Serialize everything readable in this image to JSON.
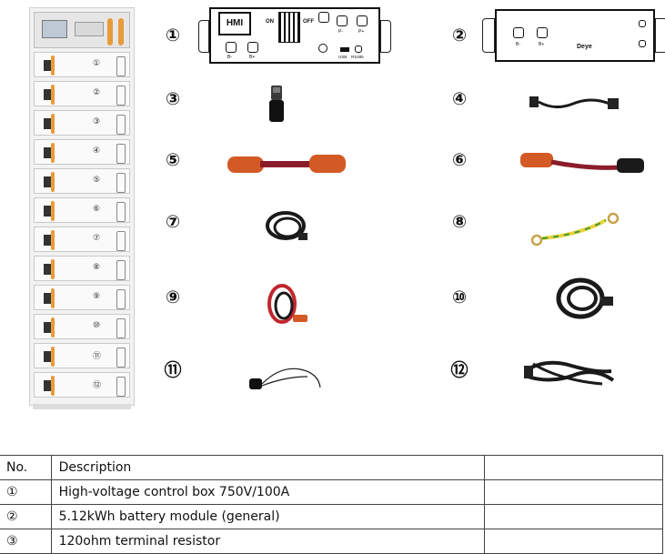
{
  "parts": [
    {
      "no": "①",
      "description": "High-voltage control box 750V/100A"
    },
    {
      "no": "②",
      "description": "5.12kWh battery module (general)"
    },
    {
      "no": "③",
      "description": "120ohm terminal resistor"
    }
  ],
  "table": {
    "header_no": "No.",
    "header_description": "Description",
    "header_extra": ""
  },
  "labels": [
    "①",
    "②",
    "③",
    "④",
    "⑤",
    "⑥",
    "⑦",
    "⑧",
    "⑨",
    "⑩",
    "⑪",
    "⑫"
  ],
  "control_box": {
    "hmi": "HMI",
    "on": "ON",
    "off": "OFF",
    "b_minus": "B-",
    "b_plus": "B+",
    "p_minus": "P-",
    "p_plus": "P+",
    "usb": "USB",
    "rs485": "RS485"
  },
  "battery_module": {
    "b_minus": "B-",
    "b_plus": "B+",
    "brand": "Deye"
  },
  "rack": {
    "module_numbers": [
      "①",
      "②",
      "③",
      "④",
      "⑤",
      "⑥",
      "⑦",
      "⑧",
      "⑨",
      "⑩",
      "⑪",
      "⑫"
    ]
  },
  "colors": {
    "cable_black": "#1a1a1a",
    "cable_red": "#c0272d",
    "terminal_orange": "#d35a24",
    "ground_green": "#3a9a3a",
    "ground_yellow": "#e8d23a",
    "rack_wire": "#e89b3a"
  }
}
